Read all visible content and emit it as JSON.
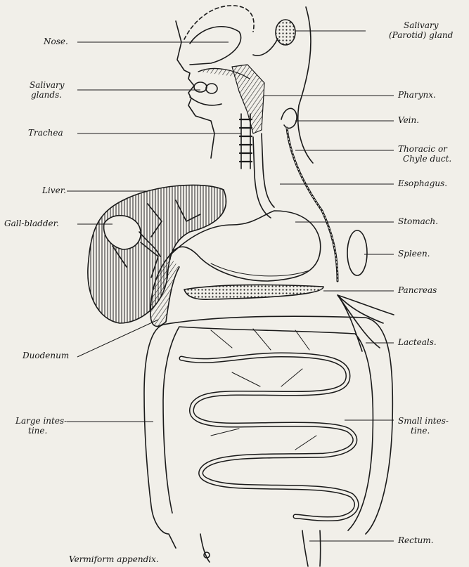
{
  "labels": {
    "nose": "Nose.",
    "salivary_parotid_line1": "Salivary",
    "salivary_parotid_line2": "(Parotid) gland",
    "salivary_glands_line1": "Salivary",
    "salivary_glands_line2": "glands.",
    "pharynx": "Pharynx.",
    "vein": "Vein.",
    "trachea": "Trachea",
    "thoracic_line1": "Thoracic or",
    "thoracic_line2": "Chyle duct.",
    "esophagus": "Esophagus.",
    "liver": "Liver.",
    "gall_bladder": "Gall-bladder.",
    "stomach": "Stomach.",
    "spleen": "Spleen.",
    "pancreas": "Pancreas",
    "lacteals": "Lacteals.",
    "duodenum": "Duodenum",
    "small_intestine_line1": "Small intes-",
    "small_intestine_line2": "tine.",
    "large_intestine_line1": "Large intes-",
    "large_intestine_line2": "tine.",
    "rectum": "Rectum.",
    "vermiform": "Vermiform appendix."
  },
  "colors": {
    "ink": "#1a1a1a",
    "paper": "#f1efe9"
  }
}
